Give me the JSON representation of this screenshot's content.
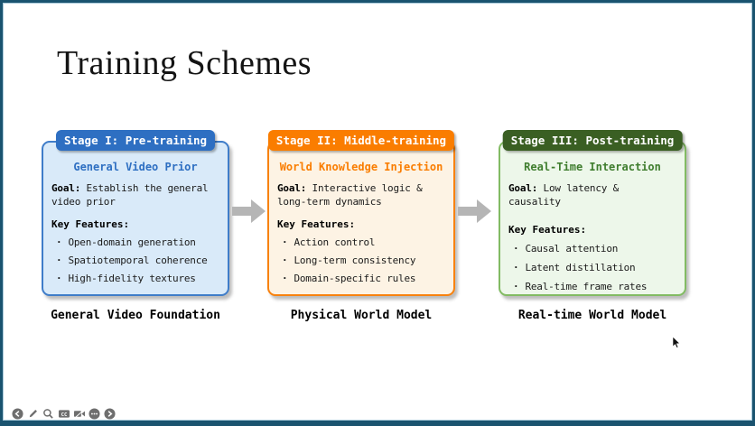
{
  "title": "Training Schemes",
  "stages": [
    {
      "header": "Stage I: Pre-training",
      "subtitle": "General Video Prior",
      "goal_label": "Goal:",
      "goal_text": " Establish the general video prior",
      "features_label": "Key Features:",
      "features": [
        "Open-domain generation",
        "Spatiotemporal coherence",
        "High-fidelity textures"
      ],
      "caption": "General Video Foundation",
      "colors": {
        "header_bg": "#2e6fc2",
        "body_bg": "#d9eaf9",
        "border": "#3f7dc9",
        "accent": "#2e6fc2"
      }
    },
    {
      "header": "Stage II: Middle-training",
      "subtitle": "World Knowledge Injection",
      "goal_label": "Goal:",
      "goal_text": " Interactive logic & long-term dynamics",
      "features_label": "Key Features:",
      "features": [
        "Action control",
        "Long-term consistency",
        "Domain-specific rules"
      ],
      "caption": "Physical World Model",
      "colors": {
        "header_bg": "#fa7d00",
        "body_bg": "#fdf3e4",
        "border": "#f8820e",
        "accent": "#fa7d00"
      }
    },
    {
      "header": "Stage III: Post-training",
      "subtitle": "Real-Time Interaction",
      "goal_label": "Goal:",
      "goal_text": " Low latency & causality",
      "features_label": "Key Features:",
      "features": [
        "Causal attention",
        "Latent distillation",
        "Real-time frame rates"
      ],
      "caption": "Real-time World Model",
      "colors": {
        "header_bg": "#3a5f23",
        "body_bg": "#edf7ea",
        "border": "#82bb63",
        "accent": "#3f7d2e"
      }
    }
  ],
  "toolbar": {
    "icons": [
      "back",
      "pen",
      "search",
      "closed-captions",
      "camera-off",
      "more",
      "forward"
    ]
  },
  "theme": {
    "frame_border": "#1a536f",
    "frame_inner_line": "#a9cada",
    "arrow_color": "#b5b5b5",
    "toolbar_icon_color": "#6e6e6e"
  }
}
